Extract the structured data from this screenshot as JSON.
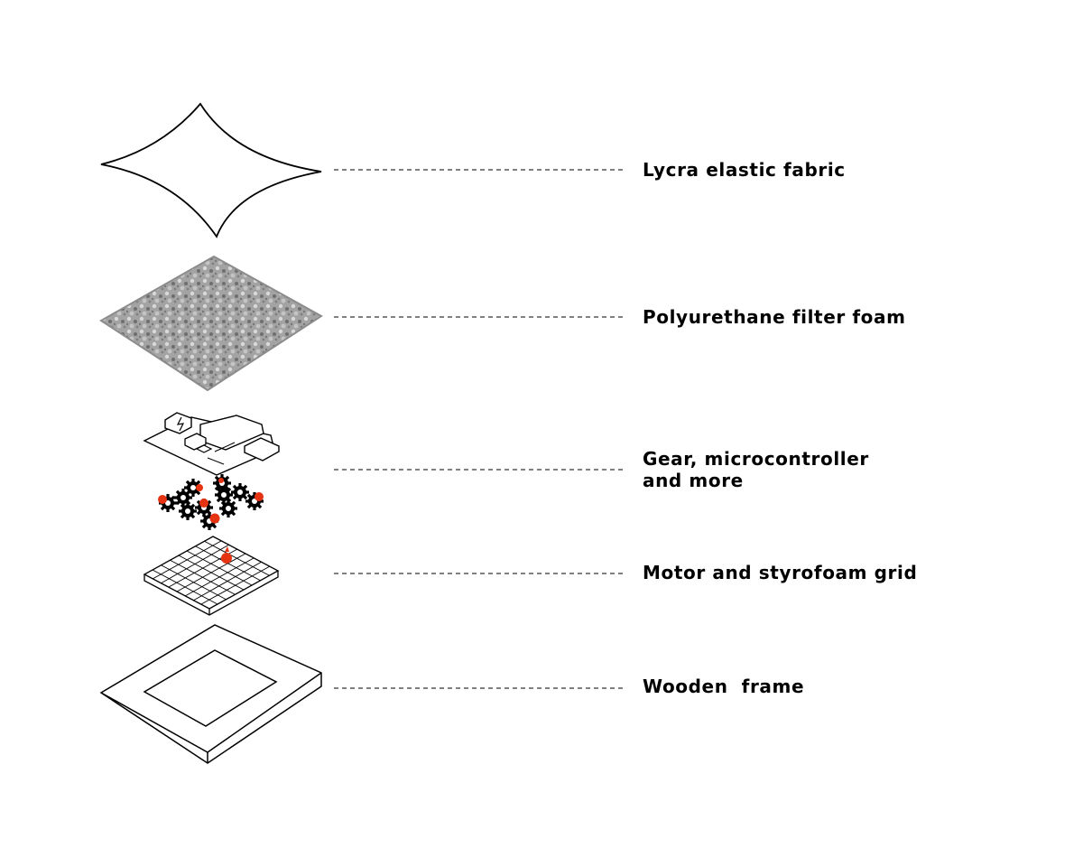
{
  "diagram": {
    "colors": {
      "ink": "#000000",
      "accent": "#e63312",
      "foam": "#9a9a9a",
      "background": "#ffffff"
    },
    "layers": [
      {
        "id": "lycra",
        "label": "Lycra elastic fabric"
      },
      {
        "id": "foam",
        "label": "Polyurethane filter foam"
      },
      {
        "id": "electronics",
        "label_lines": [
          "Gear, microcontroller",
          "and more"
        ]
      },
      {
        "id": "motor-grid",
        "label": "Motor and styrofoam grid"
      },
      {
        "id": "frame",
        "label": "Wooden  frame"
      }
    ]
  }
}
